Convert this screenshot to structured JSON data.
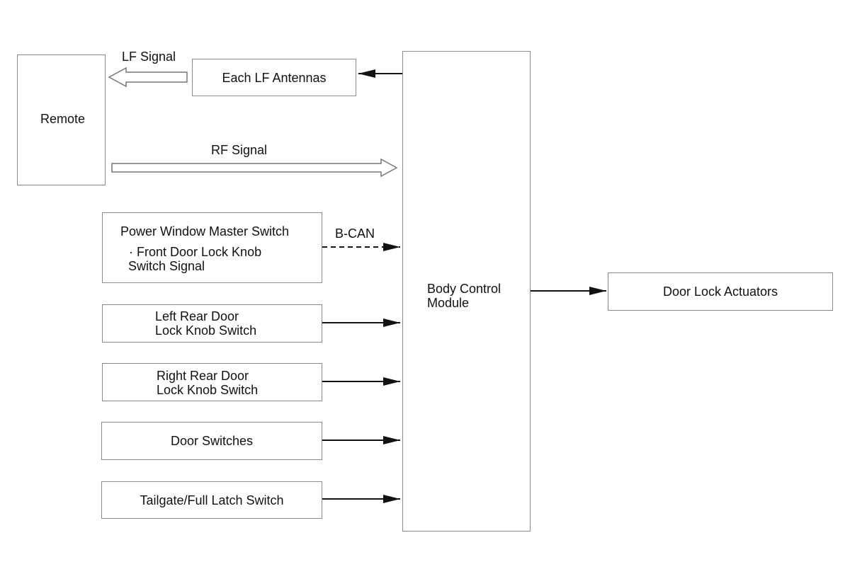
{
  "remote": {
    "label": "Remote"
  },
  "lf_antennas": {
    "label": "Each LF Antennas"
  },
  "bcm": {
    "line1": "Body Control",
    "line2": "Module"
  },
  "power_window": {
    "title": "Power Window Master Switch",
    "item1": "· Front Door Lock Knob",
    "item2": "Switch Signal"
  },
  "left_rear": {
    "line1": "Left Rear Door",
    "line2": "Lock Knob Switch"
  },
  "right_rear": {
    "line1": "Right Rear Door",
    "line2": "Lock Knob Switch"
  },
  "door_switches": {
    "label": "Door Switches"
  },
  "tailgate": {
    "label": "Tailgate/Full Latch Switch"
  },
  "actuators": {
    "label": "Door Lock Actuators"
  },
  "signals": {
    "lf": "LF Signal",
    "rf": "RF Signal",
    "bcan": "B-CAN"
  }
}
